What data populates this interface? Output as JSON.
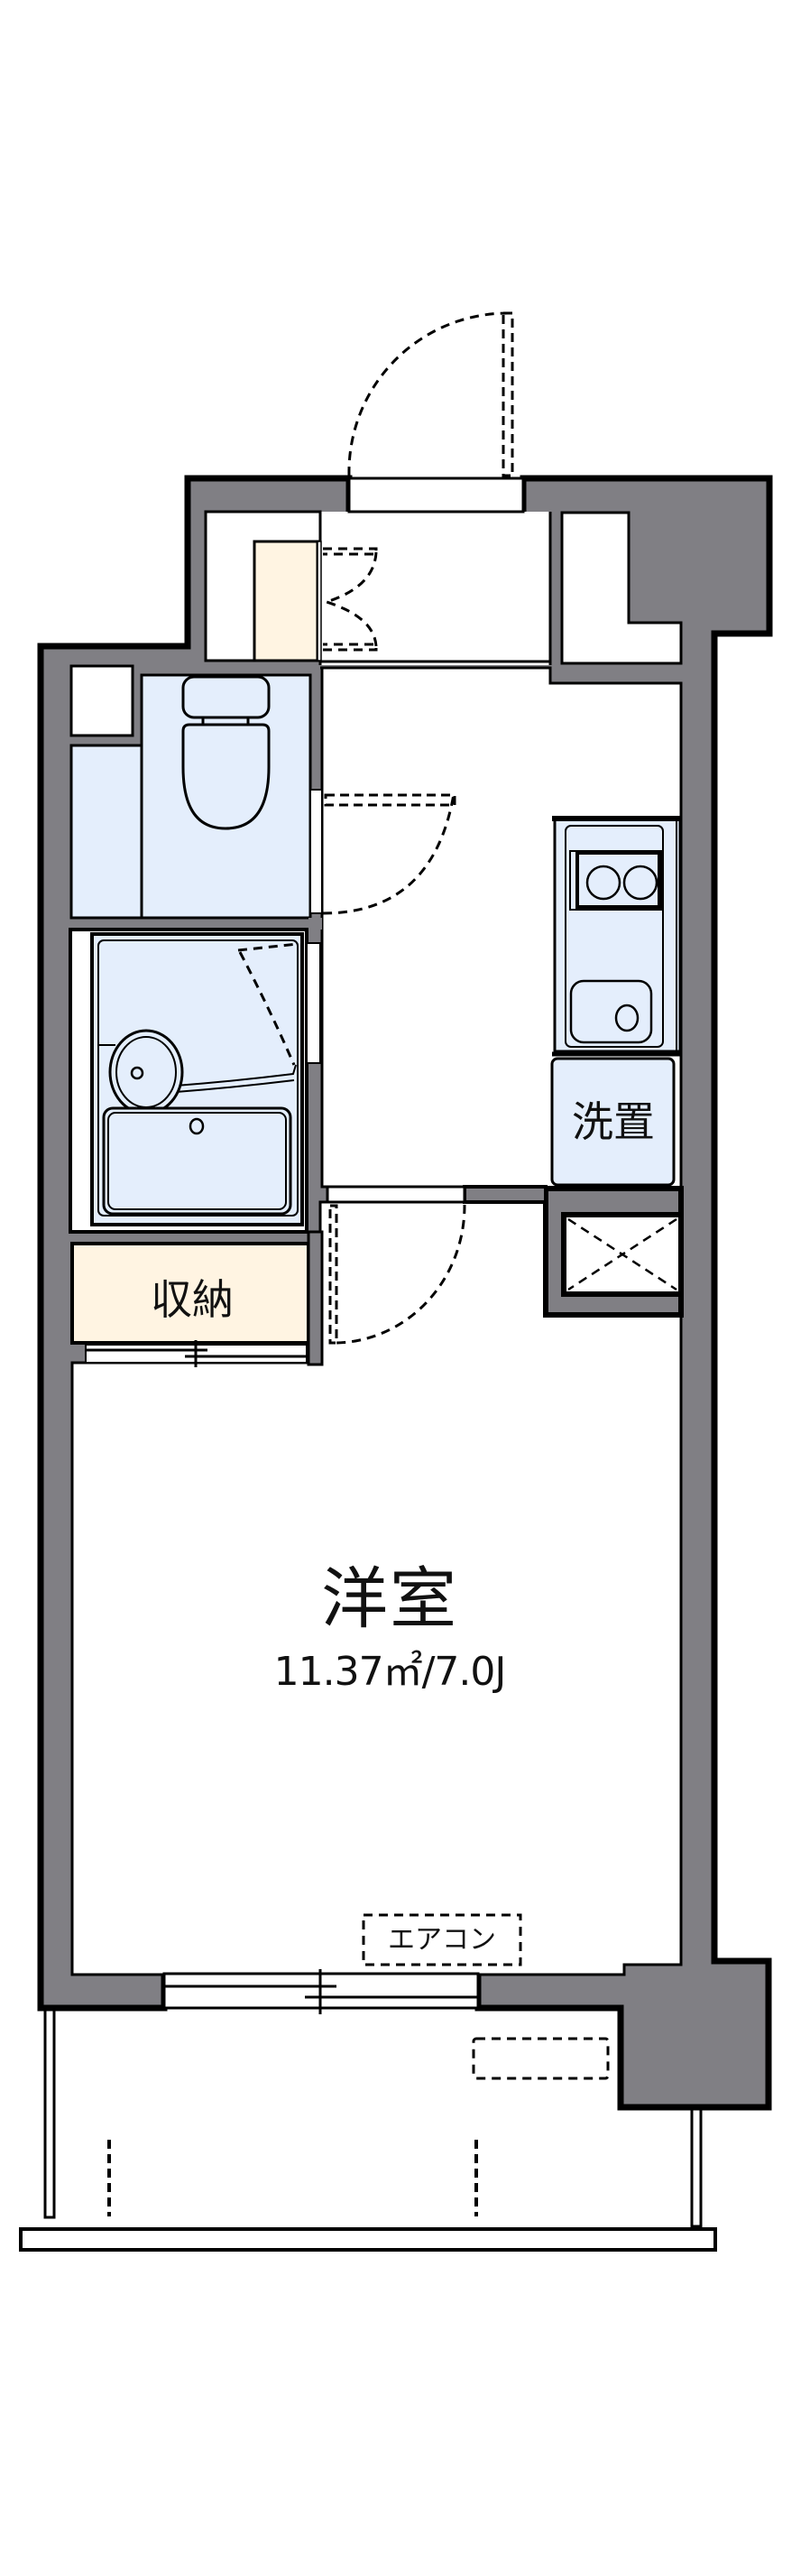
{
  "plan": {
    "colors": {
      "wall": "#807f84",
      "outline": "#000000",
      "wet_area": "#e4eefc",
      "storage": "#fff4e2",
      "floor": "#ffffff"
    },
    "rooms": {
      "western_room": {
        "label": "洋室",
        "area": "11.37㎡/7.0J"
      },
      "storage": {
        "label": "収納"
      },
      "washer": {
        "label": "洗置"
      },
      "air_conditioner": {
        "label": "エアコン"
      }
    },
    "fixtures": [
      "entrance-door",
      "shoe-cabinet",
      "closet",
      "toilet",
      "unit-bath",
      "kitchen-counter",
      "two-burner-stove",
      "kitchen-sink",
      "washer-space",
      "pipe-shaft",
      "room-door",
      "sliding-window",
      "balcony",
      "outdoor-unit"
    ]
  }
}
